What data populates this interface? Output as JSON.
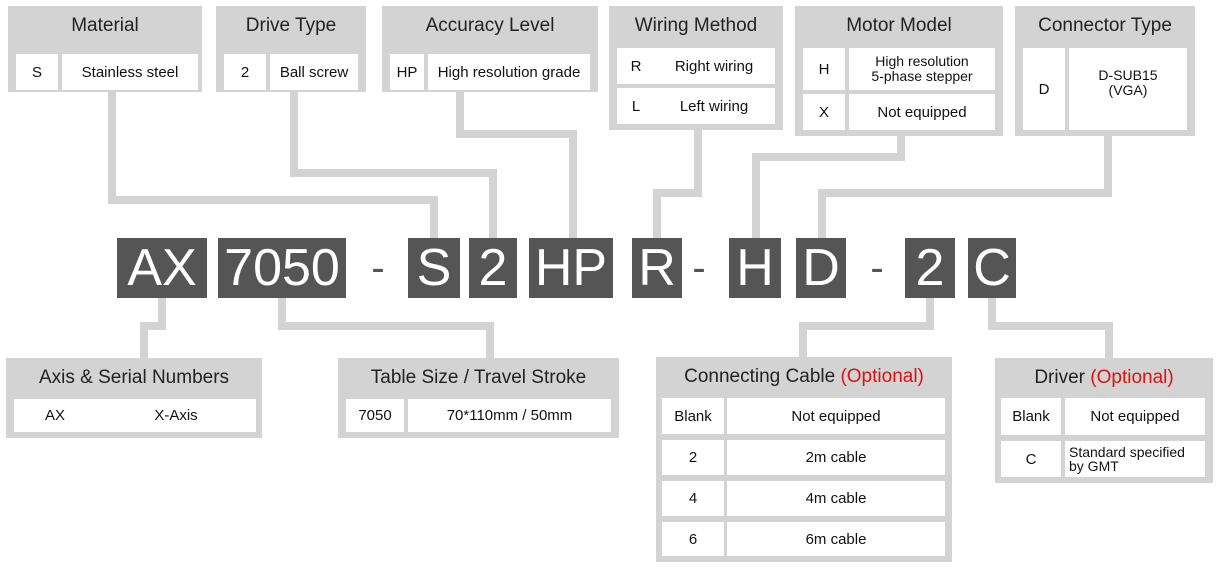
{
  "code": {
    "segments": [
      "AX",
      "7050",
      "S",
      "2",
      "HP",
      "R",
      "H",
      "D",
      "2",
      "C"
    ],
    "separator": "-"
  },
  "material": {
    "title": "Material",
    "options": [
      {
        "code": "S",
        "desc": "Stainless steel"
      }
    ]
  },
  "drive_type": {
    "title": "Drive Type",
    "options": [
      {
        "code": "2",
        "desc": "Ball screw"
      }
    ]
  },
  "accuracy_level": {
    "title": "Accuracy Level",
    "options": [
      {
        "code": "HP",
        "desc": "High resolution grade"
      }
    ]
  },
  "wiring_method": {
    "title": "Wiring Method",
    "options": [
      {
        "code": "R",
        "desc": "Right wiring"
      },
      {
        "code": "L",
        "desc": "Left wiring"
      }
    ]
  },
  "motor_model": {
    "title": "Motor Model",
    "options": [
      {
        "code": "H",
        "desc_line1": "High resolution",
        "desc_line2": "5-phase stepper"
      },
      {
        "code": "X",
        "desc": "Not equipped"
      }
    ]
  },
  "connector_type": {
    "title": "Connector Type",
    "options": [
      {
        "code": "D",
        "desc_line1": "D-SUB15",
        "desc_line2": "(VGA)"
      }
    ]
  },
  "axis_serial": {
    "title": "Axis & Serial Numbers",
    "options": [
      {
        "code": "AX",
        "desc": "X-Axis"
      }
    ]
  },
  "table_size": {
    "title": "Table Size / Travel Stroke",
    "options": [
      {
        "code": "7050",
        "desc": "70*110mm / 50mm"
      }
    ]
  },
  "connecting_cable": {
    "title": "Connecting Cable",
    "optional_label": "(Optional)",
    "options": [
      {
        "code": "Blank",
        "desc": "Not equipped"
      },
      {
        "code": "2",
        "desc": "2m cable"
      },
      {
        "code": "4",
        "desc": "4m cable"
      },
      {
        "code": "6",
        "desc": "6m cable"
      }
    ]
  },
  "driver": {
    "title": "Driver",
    "optional_label": "(Optional)",
    "options": [
      {
        "code": "Blank",
        "desc": "Not equipped"
      },
      {
        "code": "C",
        "desc_line1": "Standard specified",
        "desc_line2": "by GMT"
      }
    ]
  },
  "colors": {
    "tile": "#555555",
    "panel": "#d3d3d3",
    "connector_line": "#d3d3d3",
    "optional": "#e01010"
  }
}
